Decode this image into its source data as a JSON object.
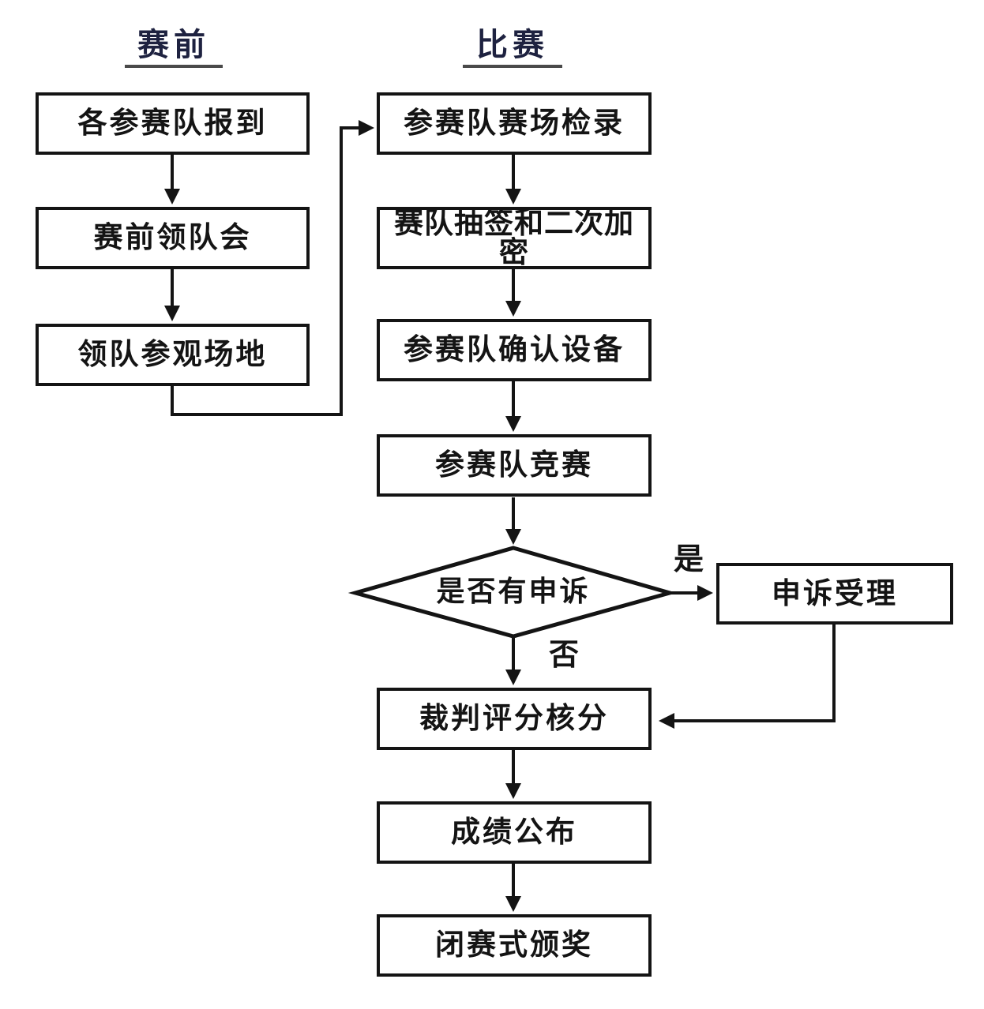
{
  "headers": {
    "pre": "赛前",
    "match": "比赛"
  },
  "nodes": {
    "checkin": "各参赛队报到",
    "leader_meeting": "赛前领队会",
    "venue_tour": "领队参观场地",
    "field_registration": "参赛队赛场检录",
    "draw_encryption": "赛队抽签和二次加密",
    "confirm_equipment": "参赛队确认设备",
    "compete": "参赛队竞赛",
    "appeal_decision": "是否有申诉",
    "appeal_acceptance": "申诉受理",
    "judge_scoring": "裁判评分核分",
    "results_announcement": "成绩公布",
    "closing_ceremony": "闭赛式颁奖"
  },
  "edge_labels": {
    "yes": "是",
    "no": "否"
  },
  "edges": [
    {
      "from": "checkin",
      "to": "leader_meeting"
    },
    {
      "from": "leader_meeting",
      "to": "venue_tour"
    },
    {
      "from": "venue_tour",
      "to": "field_registration"
    },
    {
      "from": "field_registration",
      "to": "draw_encryption"
    },
    {
      "from": "draw_encryption",
      "to": "confirm_equipment"
    },
    {
      "from": "confirm_equipment",
      "to": "compete"
    },
    {
      "from": "compete",
      "to": "appeal_decision"
    },
    {
      "from": "appeal_decision",
      "to": "appeal_acceptance",
      "label": "是"
    },
    {
      "from": "appeal_decision",
      "to": "judge_scoring",
      "label": "否"
    },
    {
      "from": "appeal_acceptance",
      "to": "judge_scoring"
    },
    {
      "from": "judge_scoring",
      "to": "results_announcement"
    },
    {
      "from": "results_announcement",
      "to": "closing_ceremony"
    }
  ],
  "colors": {
    "line": "#141414",
    "text": "#141414",
    "header-text": "#1e2240",
    "underline": "#4a4a4a",
    "background": "#ffffff"
  }
}
